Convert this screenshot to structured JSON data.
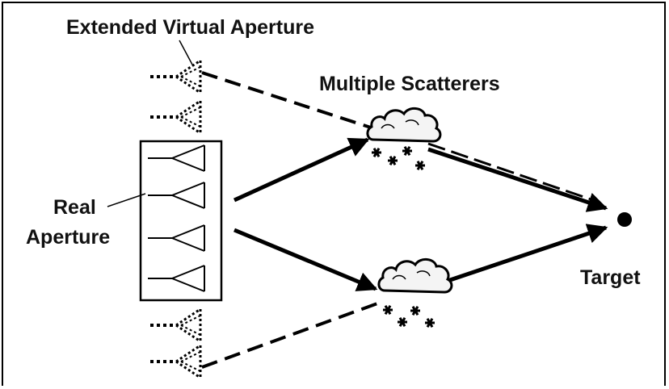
{
  "labels": {
    "virtual_aperture": "Extended Virtual Aperture",
    "scatterers": "Multiple Scatterers",
    "real_line1": "Real",
    "real_line2": "Aperture",
    "target": "Target"
  },
  "colors": {
    "ink": "#000000",
    "cloud_fill": "#f4f4f4",
    "background": "#ffffff"
  }
}
